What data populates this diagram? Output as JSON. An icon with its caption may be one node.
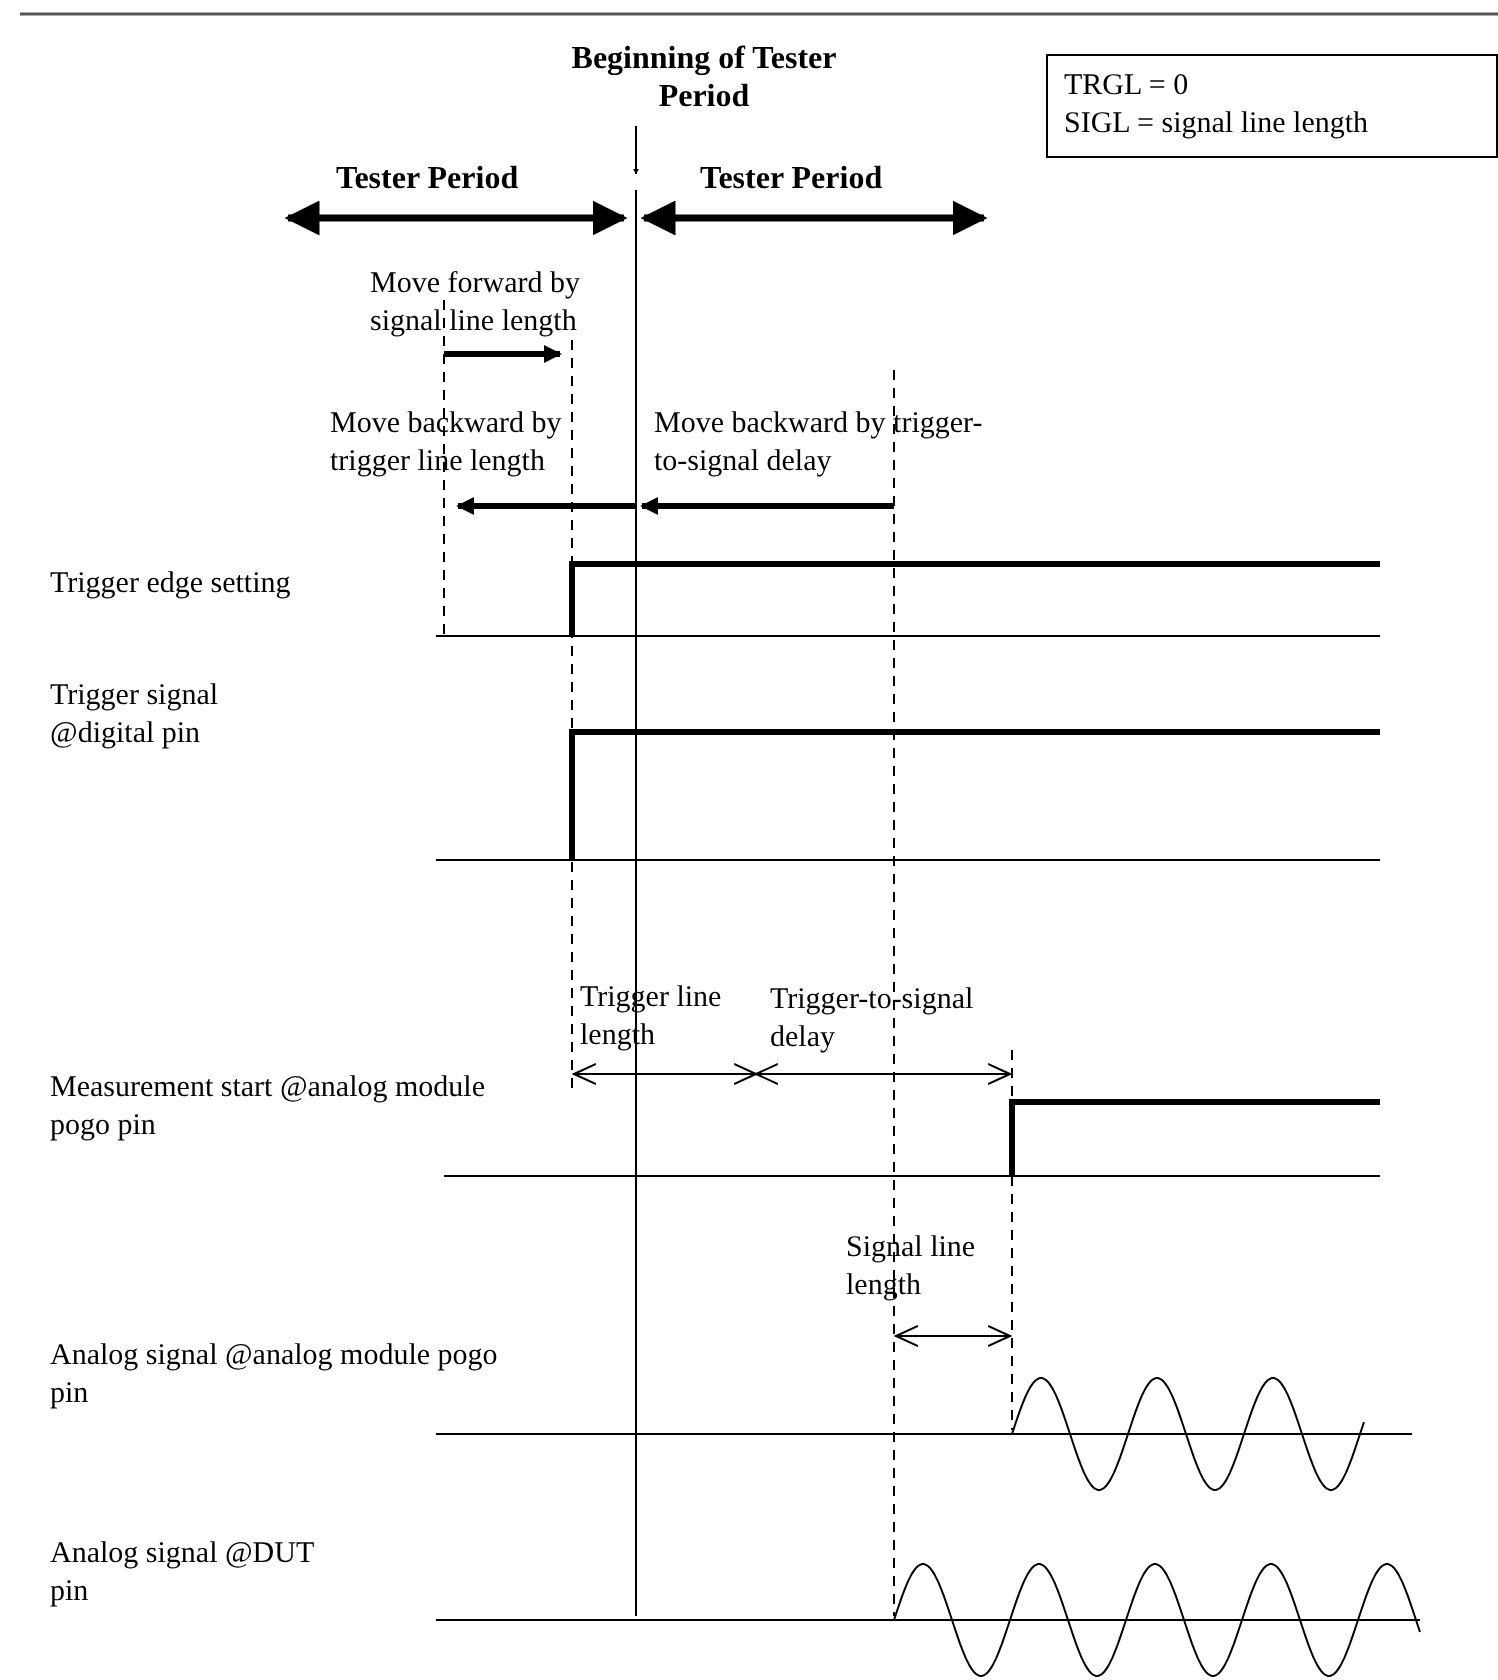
{
  "diagram": {
    "nodes": [
      {
        "text": [
          "TRGL = 0",
          "SIGL = signal line length"
        ]
      }
    ],
    "labels": [
      "Beginning of Tester Period",
      "Tester Period",
      "Tester Period",
      "Move forward by signal line length",
      "Move backward by trigger line length",
      "Move backward by trigger-to-signal delay",
      "Trigger edge setting",
      "Trigger signal @digital pin",
      "Trigger line length",
      "Trigger-to-signal delay",
      "Measurement start @analog module pogo pin",
      "Signal line length",
      "Analog signal @analog module pogo pin",
      "Analog signal @DUT pin"
    ]
  }
}
